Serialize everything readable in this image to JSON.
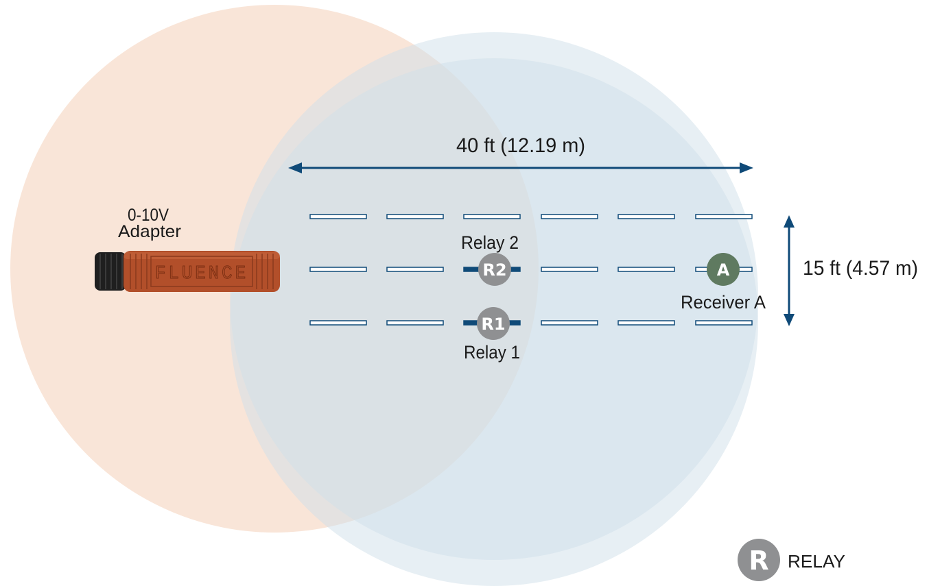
{
  "adapter": {
    "label_line1": "0-10V",
    "label_line2": "Adapter",
    "brand_text": "FLUENCE",
    "body_color": "#b24f2a",
    "cap_color": "#1f1f1f"
  },
  "dimensions": {
    "width_label": "40 ft (12.19 m)",
    "height_label": "15 ft (4.57 m)",
    "arrow_color": "#0f4a78"
  },
  "relays": [
    {
      "badge": "R2",
      "label": "Relay 2"
    },
    {
      "badge": "R1",
      "label": "Relay 1"
    }
  ],
  "receiver": {
    "badge": "A",
    "label": "Receiver A",
    "color": "#5f7a60"
  },
  "legend": {
    "badge": "R",
    "label": "RELAY"
  },
  "colors": {
    "adapter_range": "#f7dac7",
    "relay_range": "#cfe0ea",
    "relay_badge": "#8f9092",
    "fixture": "#0f4a78"
  }
}
